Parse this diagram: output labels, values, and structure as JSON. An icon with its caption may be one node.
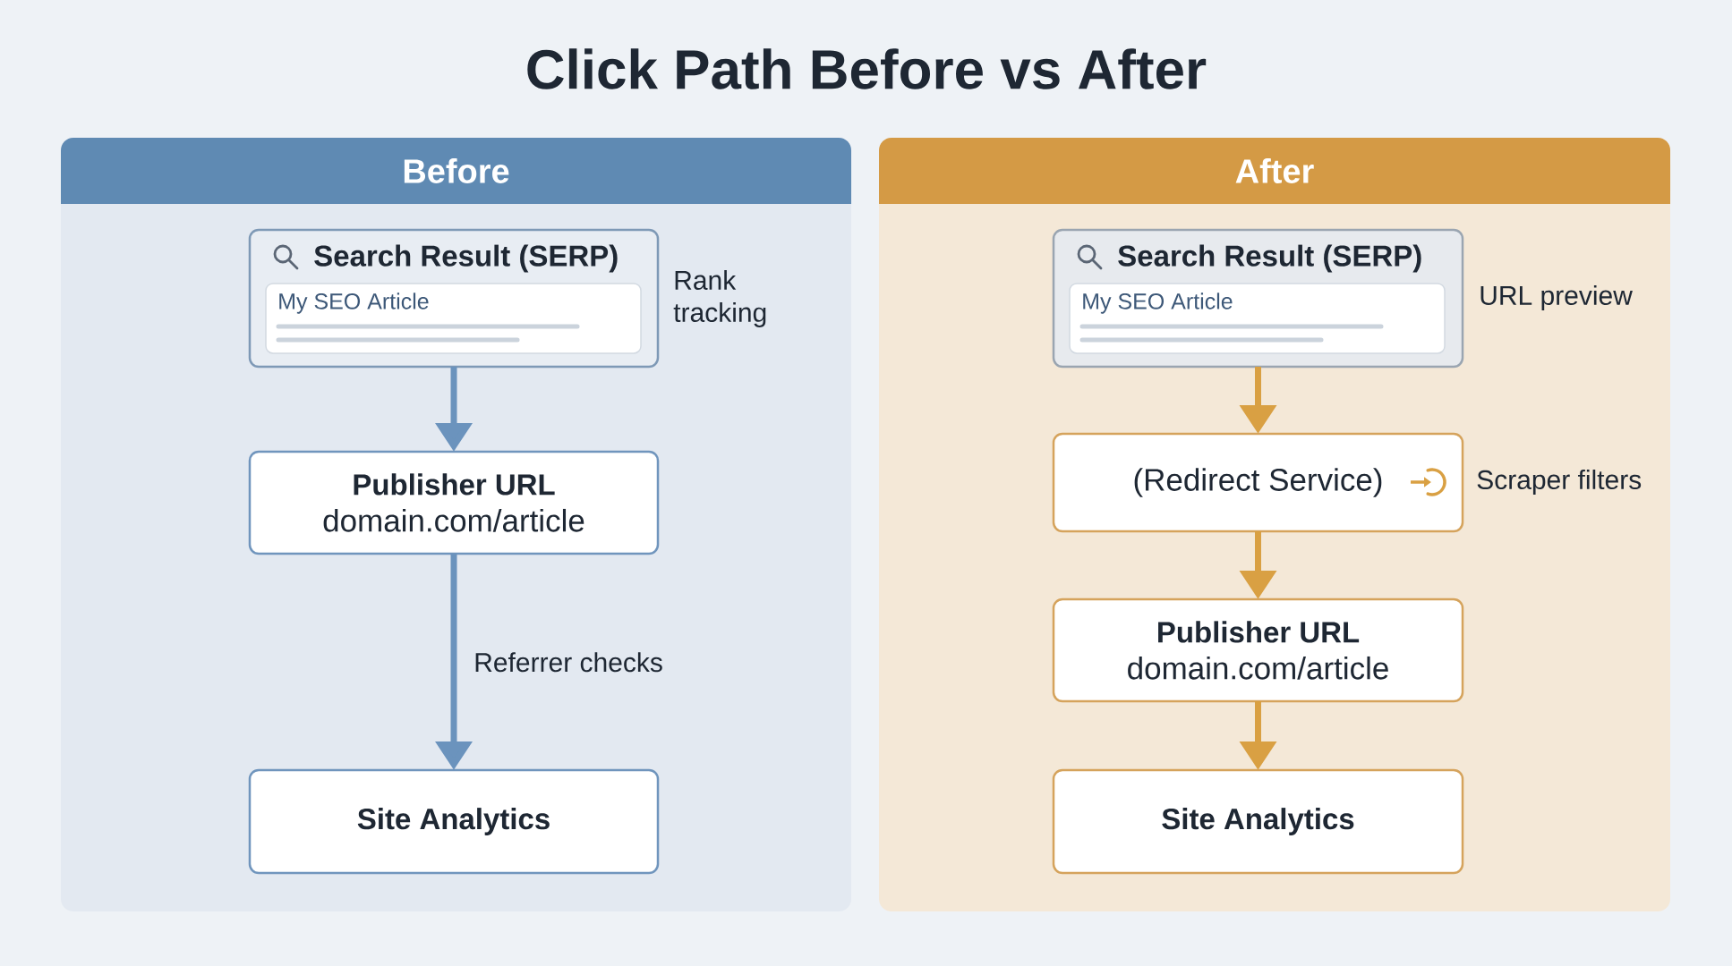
{
  "diagram": {
    "title": "Click Path Before vs After",
    "nodes": [
      {
        "text": [
          "Before"
        ]
      },
      {
        "text": [
          "Search Result (SERP)"
        ],
        "in": 0,
        "beside": [
          "Rank tracking"
        ]
      },
      {
        "text": [
          "My SEO Article"
        ],
        "in": 1
      },
      {
        "text": [
          "Publisher URL",
          "domain.com/article"
        ],
        "in": 0
      },
      {
        "text": [
          "Site Analytics"
        ],
        "in": 0
      },
      {
        "text": [
          "After"
        ]
      },
      {
        "text": [
          "Search Result (SERP)"
        ],
        "in": 5,
        "beside": [
          "URL preview"
        ]
      },
      {
        "text": [
          "My SEO Article"
        ],
        "in": 6
      },
      {
        "text": [
          "(Redirect Service)"
        ],
        "in": 5,
        "beside": [
          "Scraper filters"
        ]
      },
      {
        "text": [
          "Publisher URL",
          "domain.com/article"
        ],
        "in": 5
      },
      {
        "text": [
          "Site Analytics"
        ],
        "in": 5
      }
    ],
    "edges": [
      {
        "from": 1,
        "to": 3,
        "arrow": "to",
        "color": "#6b93bd"
      },
      {
        "from": 3,
        "to": 4,
        "arrow": "to",
        "label": "Referrer checks",
        "color": "#6b93bd"
      },
      {
        "from": 6,
        "to": 8,
        "arrow": "to"
      },
      {
        "from": 8,
        "to": 9,
        "arrow": "to"
      },
      {
        "from": 9,
        "to": 10,
        "arrow": "to"
      }
    ]
  }
}
